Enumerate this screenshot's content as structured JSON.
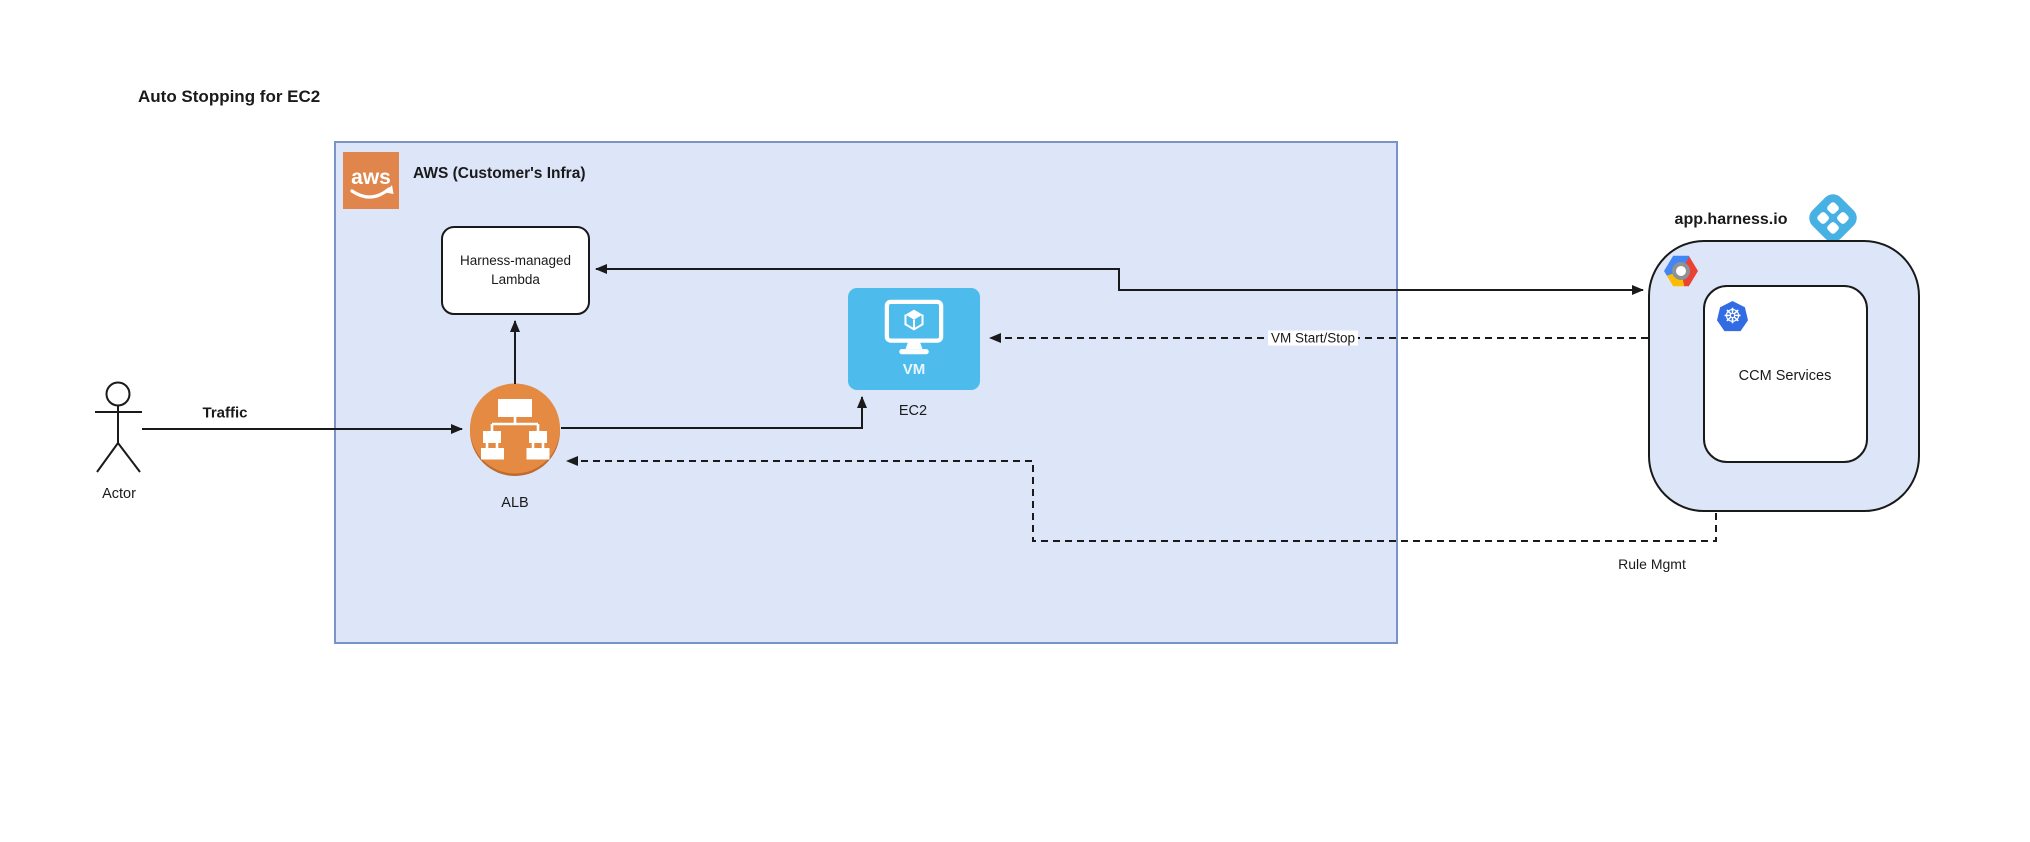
{
  "title": "Auto Stopping for EC2",
  "colors": {
    "canvas_bg": "#ffffff",
    "ink": "#1a1a1a",
    "panel_fill": "#dce6f8",
    "panel_stroke": "#7b94c6",
    "aws_orange": "#e0854c",
    "alb_orange": "#e58a42",
    "alb_orange_dark": "#bf6b2e",
    "vm_blue": "#4dbcec",
    "harness_blue": "#47b1e3",
    "k8s_blue": "#326ce5",
    "gcp_blue": "#4285f4",
    "gcp_red": "#ea4335",
    "gcp_yellow": "#fbbc05",
    "gcp_gray": "#8e9296"
  },
  "aws": {
    "title": "AWS (Customer's Infra)",
    "logo_text": "aws",
    "lambda_label": "Harness-managed Lambda",
    "alb_label": "ALB",
    "vm_label": "VM",
    "ec2_label": "EC2"
  },
  "harness": {
    "title": "app.harness.io",
    "ccm_label": "CCM Services"
  },
  "actor": {
    "label": "Actor"
  },
  "edges": {
    "traffic_label": "Traffic",
    "vm_start_stop_label": "VM Start/Stop",
    "rule_mgmt_label": "Rule Mgmt"
  },
  "icons": {
    "kubernetes_glyph": "☸",
    "aws_logo": "aws-smile-logo",
    "alb": "load-balancer-tree",
    "vm": "monitor-with-cube",
    "harness": "blue-diamond-grid",
    "gcp": "gcp-hexagon",
    "actor": "stick-figure"
  }
}
